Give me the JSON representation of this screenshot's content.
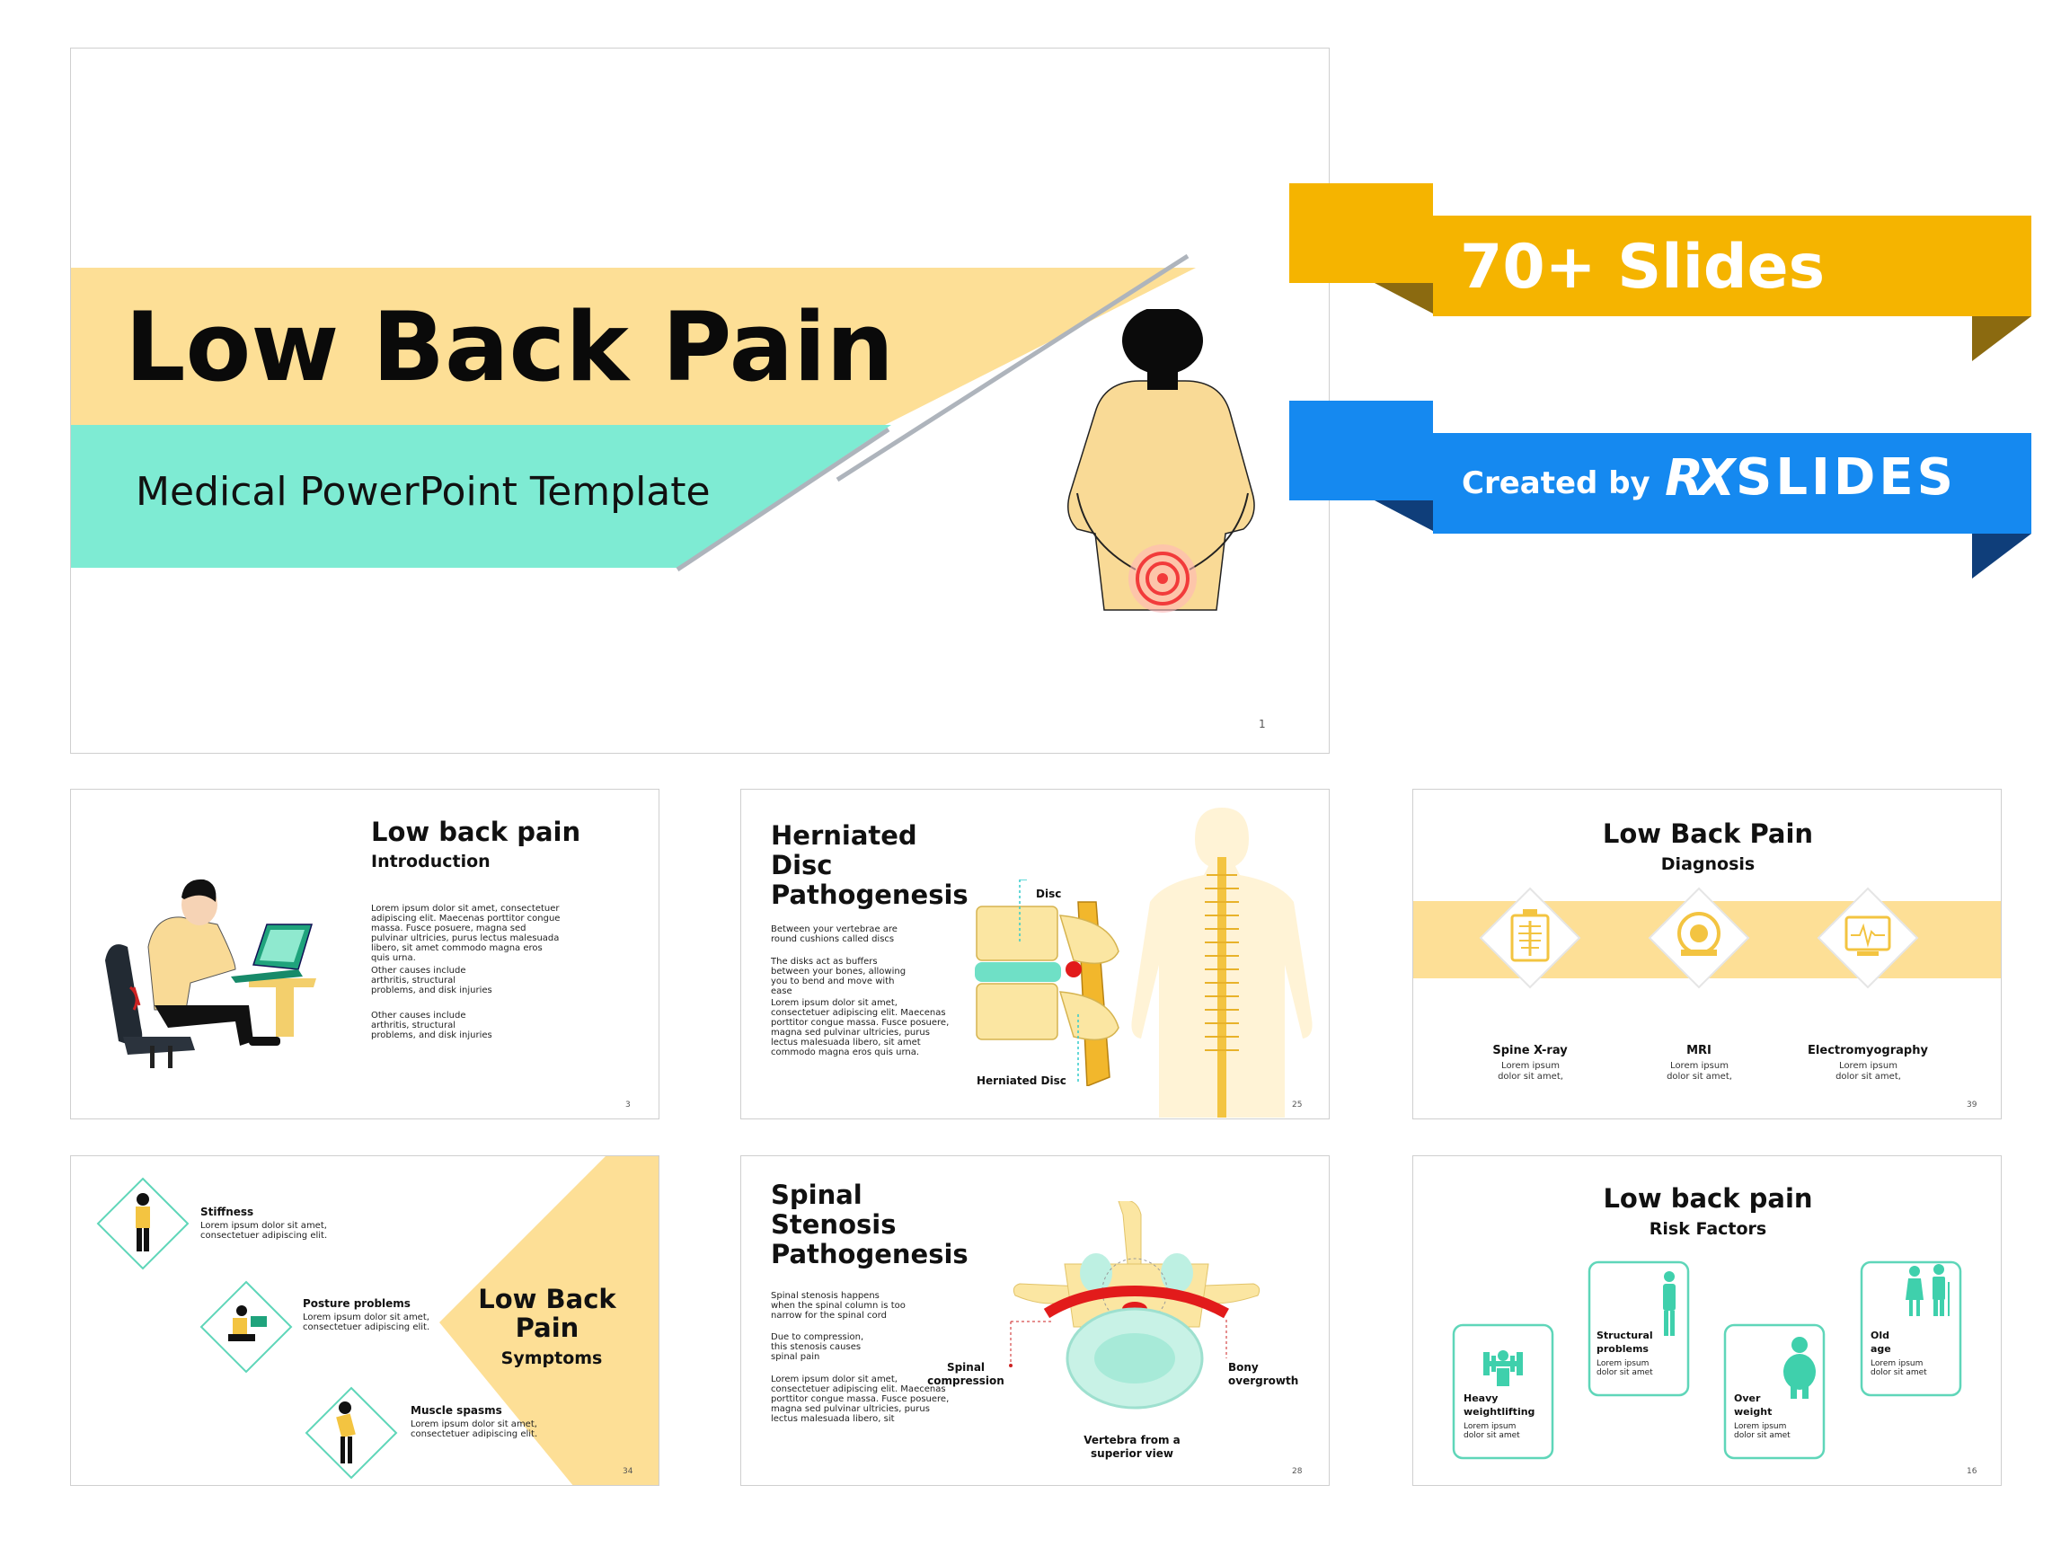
{
  "hero": {
    "title": "Low Back Pain",
    "subtitle": "Medical PowerPoint Template",
    "page_number": "1"
  },
  "ribbons": {
    "slides_count": "70+ Slides",
    "created_by": "Created by",
    "brand_rx": "RX",
    "brand_name": "SLIDES",
    "colors": {
      "gold": "#F5B400",
      "blue": "#1589F0"
    }
  },
  "slide_intro": {
    "title": "Low back pain",
    "subtitle": "Introduction",
    "para1": "Lorem ipsum dolor sit amet, consectetuer adipiscing elit. Maecenas porttitor congue massa. Fusce posuere, magna sed pulvinar ultricies, purus lectus malesuada libero, sit amet commodo magna eros quis urna.",
    "para2": "Other causes include arthritis, structural problems, and disk injuries",
    "para3": "Other causes include arthritis, structural problems, and disk injuries",
    "page_number": "3"
  },
  "slide_herniated": {
    "title_l1": "Herniated",
    "title_l2": "Disc",
    "title_l3": "Pathogenesis",
    "para1": "Between your vertebrae are round cushions called discs",
    "para2": "The disks act as buffers between your bones, allowing you to bend and move with ease",
    "para3": "Lorem ipsum dolor sit amet, consectetuer adipiscing elit. Maecenas porttitor congue massa. Fusce posuere, magna sed pulvinar ultricies, purus lectus malesuada libero, sit amet commodo magna eros quis urna.",
    "label_disc": "Disc",
    "label_herniated": "Herniated Disc",
    "page_number": "25"
  },
  "slide_diagnosis": {
    "title": "Low Back Pain",
    "subtitle": "Diagnosis",
    "items": [
      {
        "label": "Spine X-ray",
        "text": "Lorem ipsum dolor sit amet,"
      },
      {
        "label": "MRI",
        "text": "Lorem ipsum dolor sit amet,"
      },
      {
        "label": "Electromyography",
        "text": "Lorem ipsum dolor sit amet,"
      }
    ],
    "page_number": "39"
  },
  "slide_symptoms": {
    "title_l1": "Low Back",
    "title_l2": "Pain",
    "subtitle": "Symptoms",
    "items": [
      {
        "label": "Stiffness",
        "text": "Lorem ipsum dolor sit amet, consectetuer adipiscing elit."
      },
      {
        "label": "Posture problems",
        "text": "Lorem ipsum dolor sit amet, consectetuer adipiscing elit."
      },
      {
        "label": "Muscle spasms",
        "text": "Lorem ipsum dolor sit amet, consectetuer adipiscing elit."
      }
    ],
    "page_number": "34"
  },
  "slide_stenosis": {
    "title_l1": "Spinal",
    "title_l2": "Stenosis",
    "title_l3": "Pathogenesis",
    "para1": "Spinal stenosis happens when the spinal column is too narrow for the spinal cord",
    "para2": "Due to compression, this stenosis causes spinal pain",
    "para3": "Lorem ipsum dolor sit amet, consectetuer adipiscing elit. Maecenas porttitor congue massa. Fusce posuere, magna sed pulvinar ultricies, purus lectus malesuada libero, sit",
    "label_compression_l1": "Spinal",
    "label_compression_l2": "compression",
    "label_bony_l1": "Bony",
    "label_bony_l2": "overgrowth",
    "label_vertebra_l1": "Vertebra from a",
    "label_vertebra_l2": "superior view",
    "page_number": "28"
  },
  "slide_risk": {
    "title": "Low back pain",
    "subtitle": "Risk Factors",
    "items": [
      {
        "label_l1": "Heavy",
        "label_l2": "weightlifting",
        "text_l1": "Lorem ipsum",
        "text_l2": "dolor sit amet"
      },
      {
        "label_l1": "Structural",
        "label_l2": "problems",
        "text_l1": "Lorem ipsum",
        "text_l2": "dolor sit amet"
      },
      {
        "label_l1": "Over",
        "label_l2": "weight",
        "text_l1": "Lorem ipsum",
        "text_l2": "dolor sit amet"
      },
      {
        "label_l1": "Old",
        "label_l2": "age",
        "text_l1": "Lorem ipsum",
        "text_l2": "dolor sit amet"
      }
    ],
    "page_number": "16"
  }
}
